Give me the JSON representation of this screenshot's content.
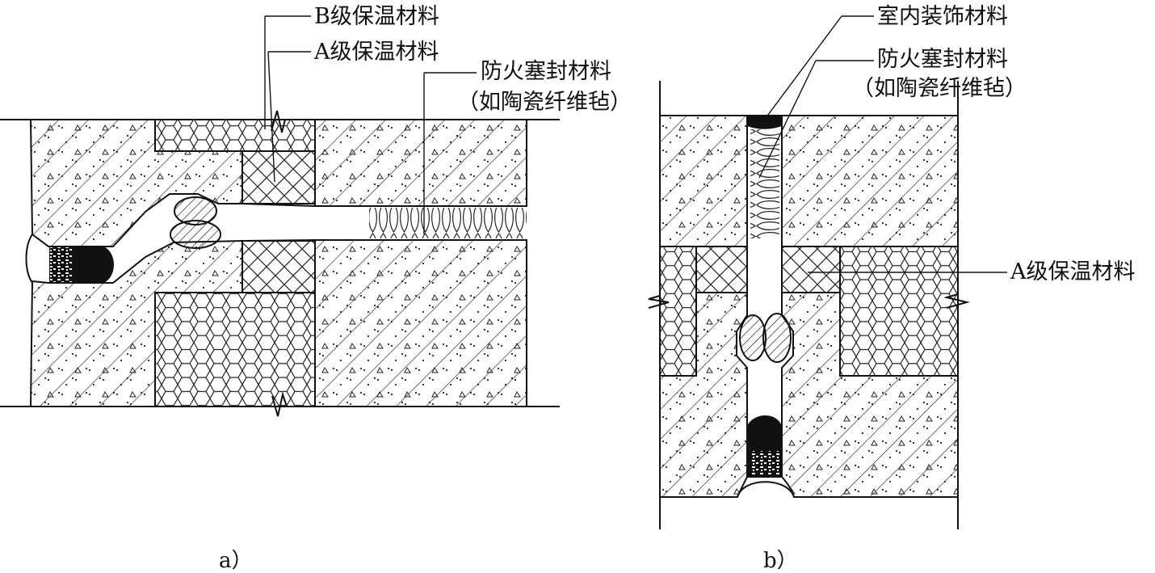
{
  "figure_a": {
    "label_b_insulation": "B级保温材料",
    "label_a_insulation": "A级保温材料",
    "label_firestop": "防火塞封材料",
    "label_firestop_note": "（如陶瓷纤维毡）",
    "caption": "a）"
  },
  "figure_b": {
    "label_interior": "室内装饰材料",
    "label_firestop": "防火塞封材料",
    "label_firestop_note": "（如陶瓷纤维毡）",
    "label_a_insulation": "A级保温材料",
    "caption": "b）"
  }
}
